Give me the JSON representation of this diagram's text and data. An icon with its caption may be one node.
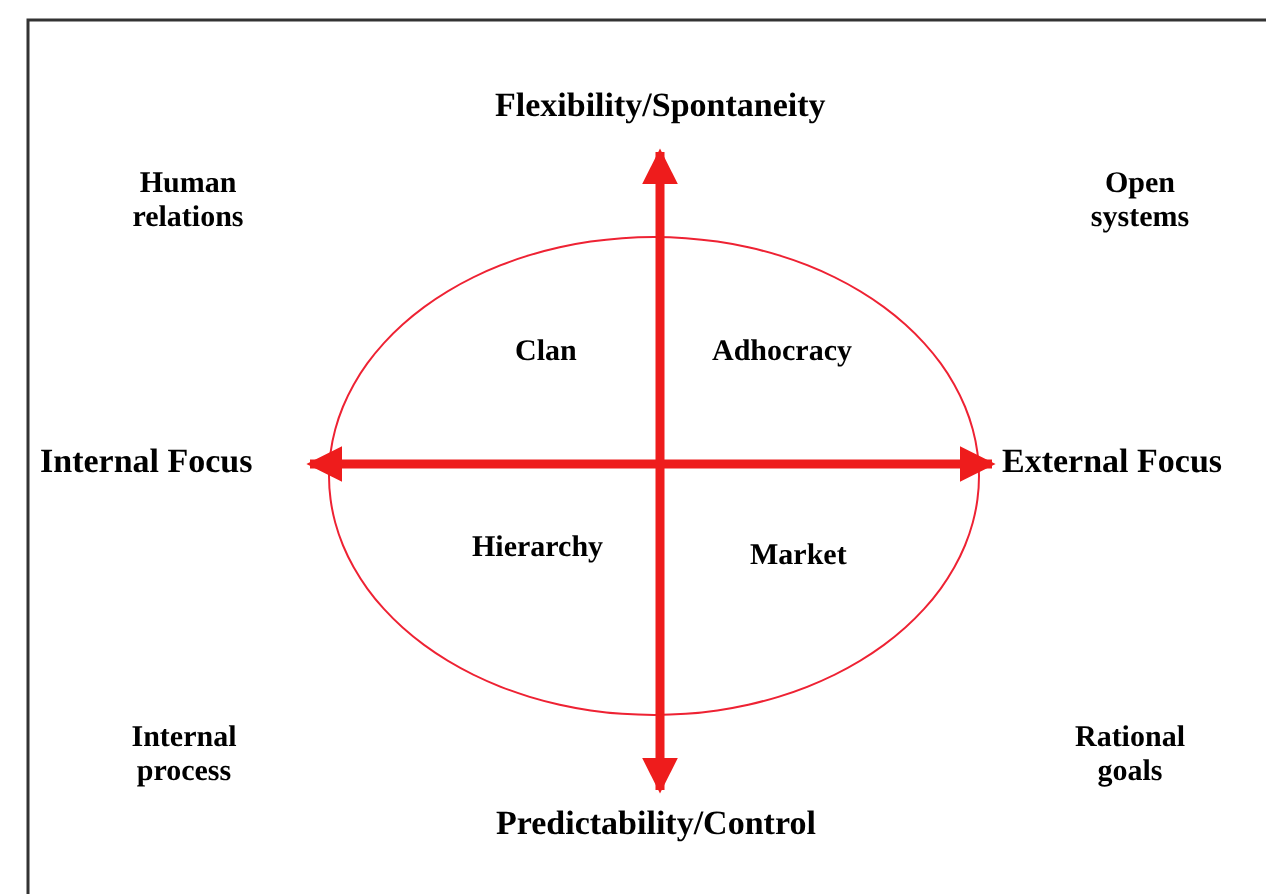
{
  "diagram": {
    "nodes": [
      {
        "text": [
          "Clan",
          "Adhocracy",
          "Hierarchy",
          "Market"
        ]
      }
    ],
    "edges": [],
    "labels": [
      "Flexibility/Spontaneity",
      "Human relations",
      "Open systems",
      "Internal Focus",
      "External Focus",
      "Internal process",
      "Rational goals",
      "Predictability/Control"
    ]
  }
}
